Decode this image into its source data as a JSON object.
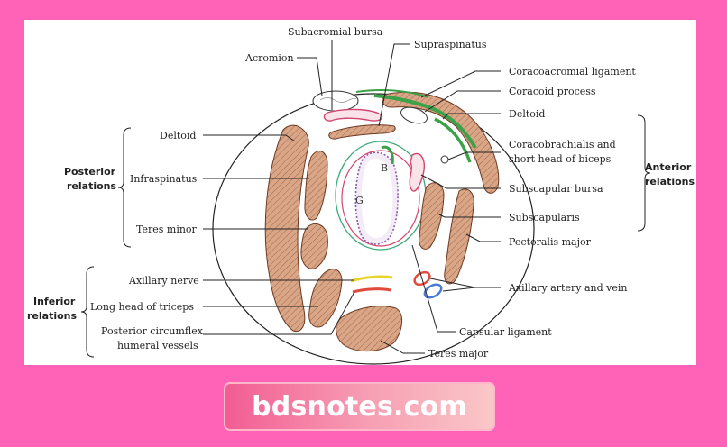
{
  "diagram": {
    "labels": {
      "subacromial_bursa": "Subacromial bursa",
      "supraspinatus": "Supraspinatus",
      "acromion": "Acromion",
      "coracoacromial_ligament": "Coracoacromial ligament",
      "coracoid_process": "Coracoid process",
      "deltoid_right": "Deltoid",
      "deltoid_left": "Deltoid",
      "coracobrachialis_1": "Coracobrachialis and",
      "coracobrachialis_2": "short head of biceps",
      "infraspinatus": "Infraspinatus",
      "subscapular_bursa": "Subscapular bursa",
      "subscapularis": "Subscapularis",
      "teres_minor": "Teres minor",
      "pectoralis_major": "Pectoralis major",
      "axillary_nerve": "Axillary nerve",
      "axillary_artery_vein": "Axillary artery and vein",
      "long_head_triceps": "Long head of triceps",
      "posterior_circumflex_1": "Posterior circumflex",
      "posterior_circumflex_2": "humeral vessels",
      "capsular_ligament": "Capsular ligament",
      "teres_major": "Teres major",
      "glenoid": "G",
      "biceps_tendon": "B"
    },
    "groups": {
      "posterior_1": "Posterior",
      "posterior_2": "relations",
      "anterior_1": "Anterior",
      "anterior_2": "relations",
      "inferior_1": "Inferior",
      "inferior_2": "relations"
    },
    "colors": {
      "muscle_fill": "#d9a687",
      "muscle_stroke": "#6b3a22",
      "tendon_green": "#3da14a",
      "bursa_red": "#d2466e",
      "capsule_green": "#3daa78",
      "nerve_yellow": "#e8d52a",
      "artery_red": "#e04a3c",
      "vein_blue": "#4a7bd0"
    }
  },
  "footer": {
    "site": "bdsnotes.com"
  }
}
